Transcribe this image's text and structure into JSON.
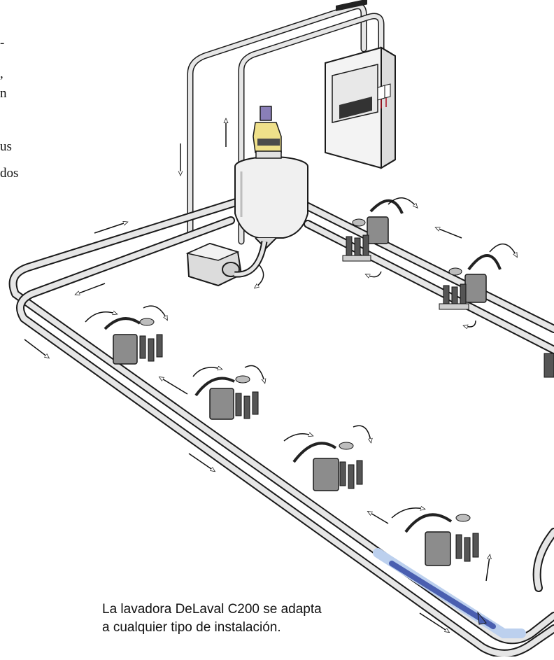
{
  "caption": {
    "line1": "La lavadora DeLaval C200 se adapta",
    "line2": "a cualquier tipo de instalación."
  },
  "cropped_text": {
    "f1": "-",
    "f2": ",",
    "f3": "n",
    "f4": "us",
    "f5": "dos"
  },
  "colors": {
    "pipe_outline": "#1a1a1a",
    "pipe_fill": "#e6e6e6",
    "unit_gray": "#8c8c8c",
    "tank_fill": "#f0f0f0",
    "detergent_yellow": "#efe08a",
    "detergent_cap": "#8a7fb8",
    "cabinet_fill": "#f3f3f3",
    "blue_highlight": "#4a5fb0",
    "light_blue": "#bcd0ee"
  }
}
